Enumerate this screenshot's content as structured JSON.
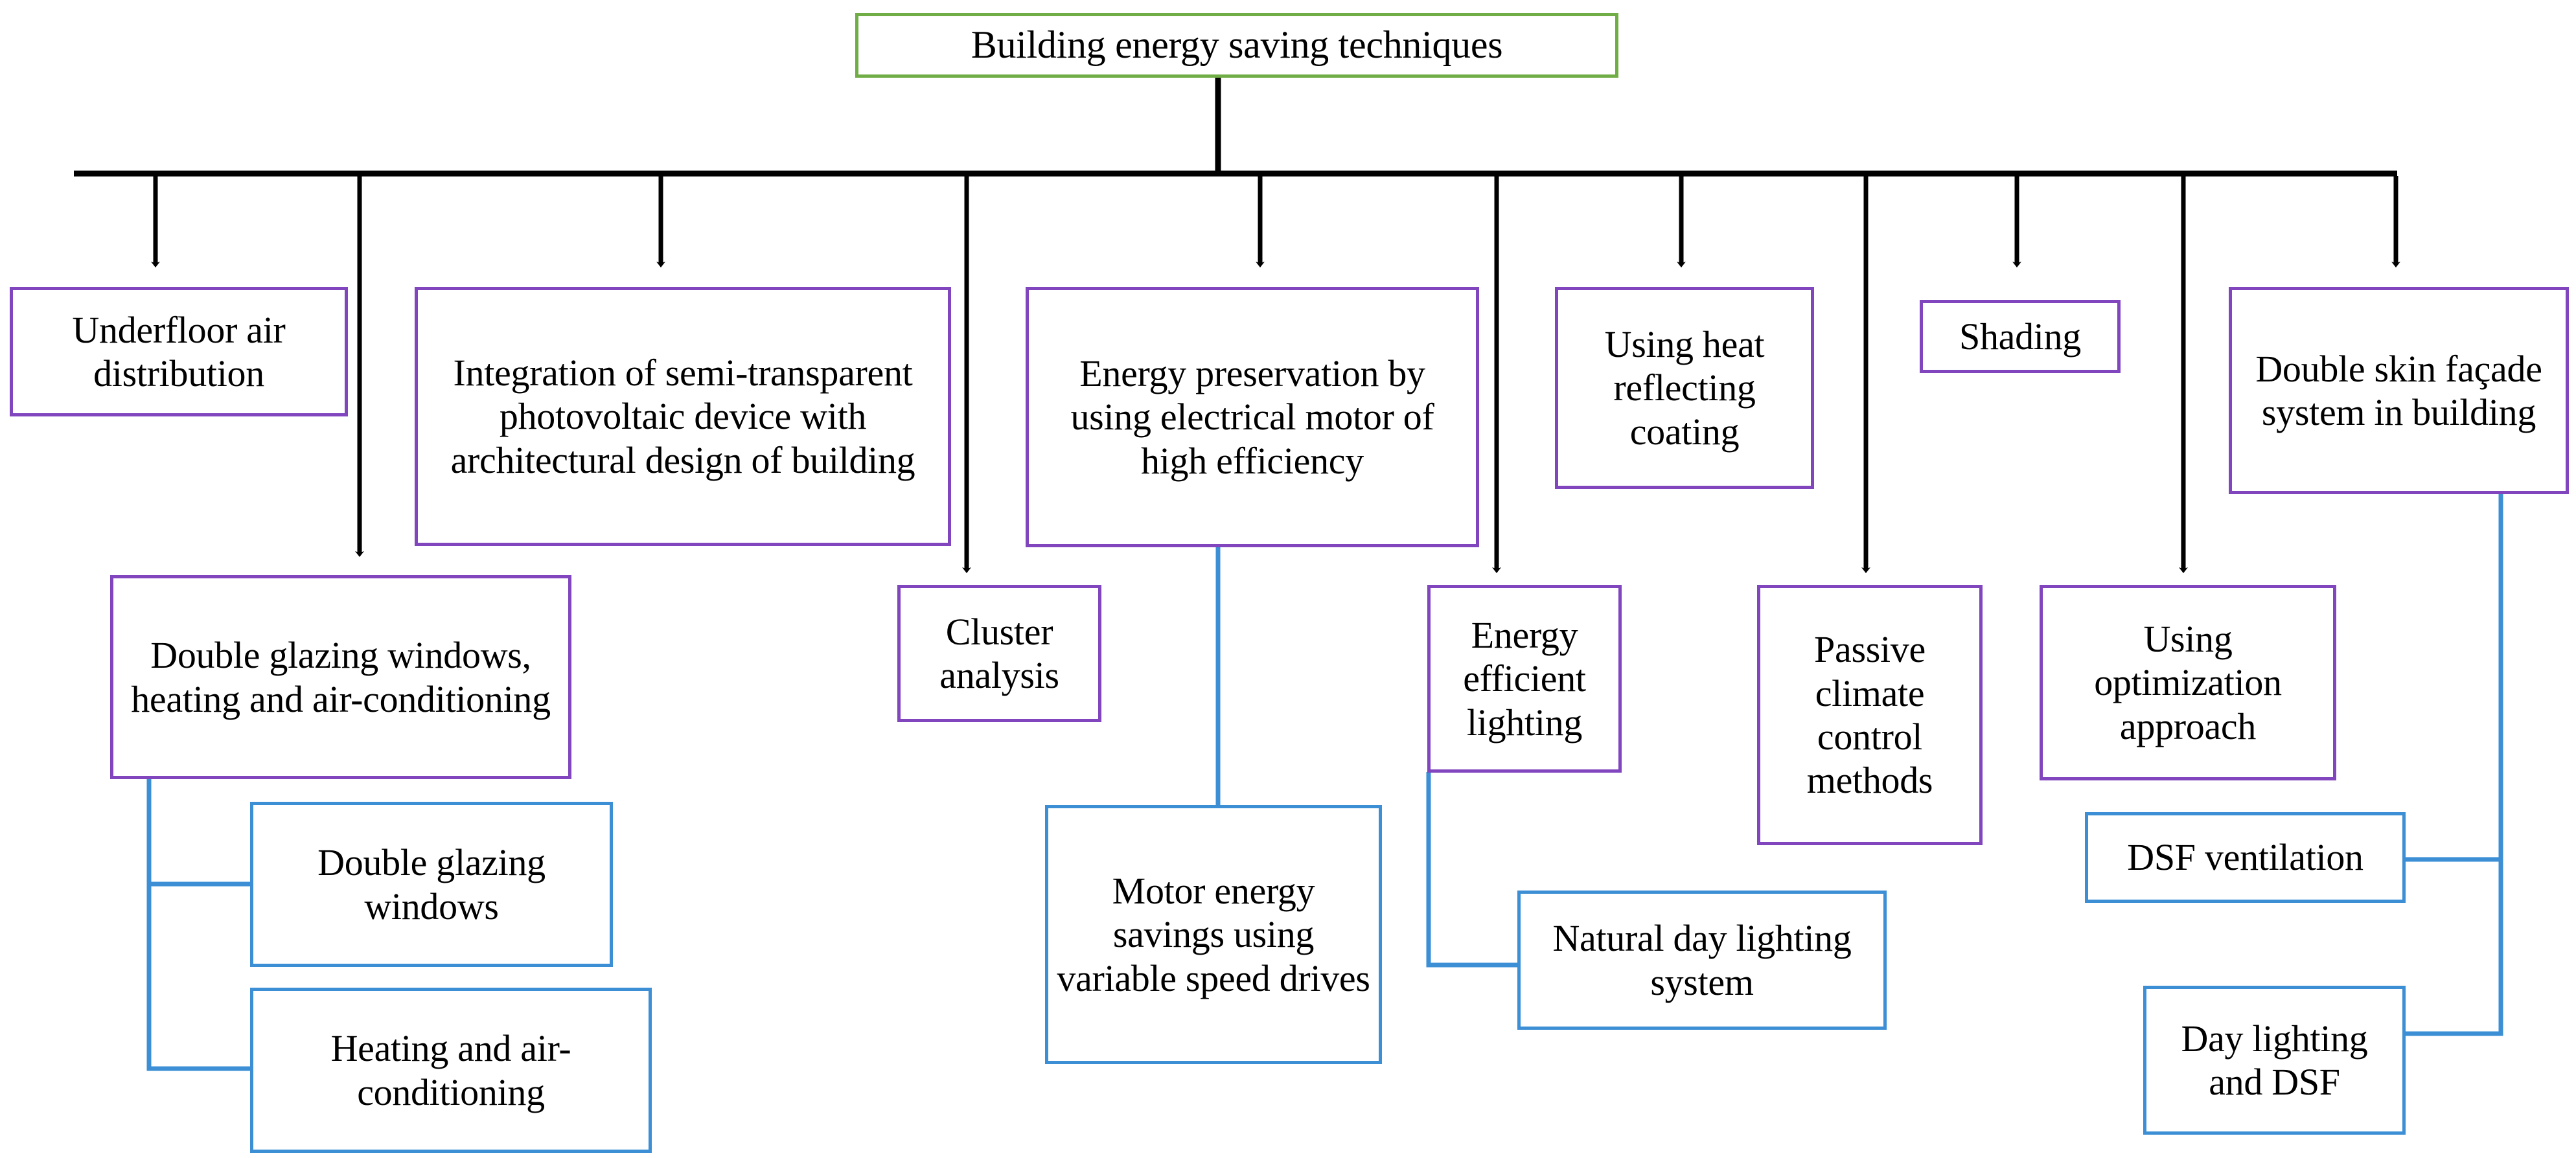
{
  "diagram": {
    "title": "Building energy saving techniques",
    "type": "tree-flowchart",
    "colors": {
      "root_border": "#70AD47",
      "level1_border": "#8145BE",
      "level2_border": "#3C8FD4",
      "connector_primary": "#000000",
      "connector_secondary": "#3C8FD4",
      "text": "#000000",
      "background": "#FFFFFF"
    },
    "root": {
      "label": "Building energy saving techniques"
    },
    "nodes": [
      {
        "id": "underfloor",
        "label": "Underfloor air distribution",
        "level": 1
      },
      {
        "id": "integration",
        "label": "Integration of semi-transparent photovoltaic device with architectural design of building",
        "level": 1
      },
      {
        "id": "double-glazing",
        "label": "Double glazing windows, heating and air-conditioning",
        "level": 1
      },
      {
        "id": "cluster",
        "label": "Cluster analysis",
        "level": 1
      },
      {
        "id": "energy-preserve",
        "label": "Energy preservation by using electrical motor of high efficiency",
        "level": 1
      },
      {
        "id": "eff-lighting",
        "label": "Energy efficient lighting",
        "level": 1
      },
      {
        "id": "heat-coating",
        "label": "Using heat reflecting coating",
        "level": 1
      },
      {
        "id": "passive",
        "label": "Passive climate control methods",
        "level": 1
      },
      {
        "id": "shading",
        "label": "Shading",
        "level": 1
      },
      {
        "id": "optimization",
        "label": "Using optimization approach",
        "level": 1
      },
      {
        "id": "dsf",
        "label": "Double skin façade system in building",
        "level": 1
      },
      {
        "id": "dg-windows",
        "label": "Double glazing windows",
        "level": 2,
        "parent": "double-glazing"
      },
      {
        "id": "heat-ac",
        "label": "Heating and air-conditioning",
        "level": 2,
        "parent": "double-glazing"
      },
      {
        "id": "motor-energy",
        "label": "Motor energy savings using variable speed drives",
        "level": 2,
        "parent": "energy-preserve"
      },
      {
        "id": "natural-day",
        "label": "Natural day lighting system",
        "level": 2,
        "parent": "eff-lighting"
      },
      {
        "id": "dsf-vent",
        "label": "DSF ventilation",
        "level": 2,
        "parent": "dsf"
      },
      {
        "id": "day-dsf",
        "label": "Day lighting and DSF",
        "level": 2,
        "parent": "dsf"
      }
    ]
  }
}
